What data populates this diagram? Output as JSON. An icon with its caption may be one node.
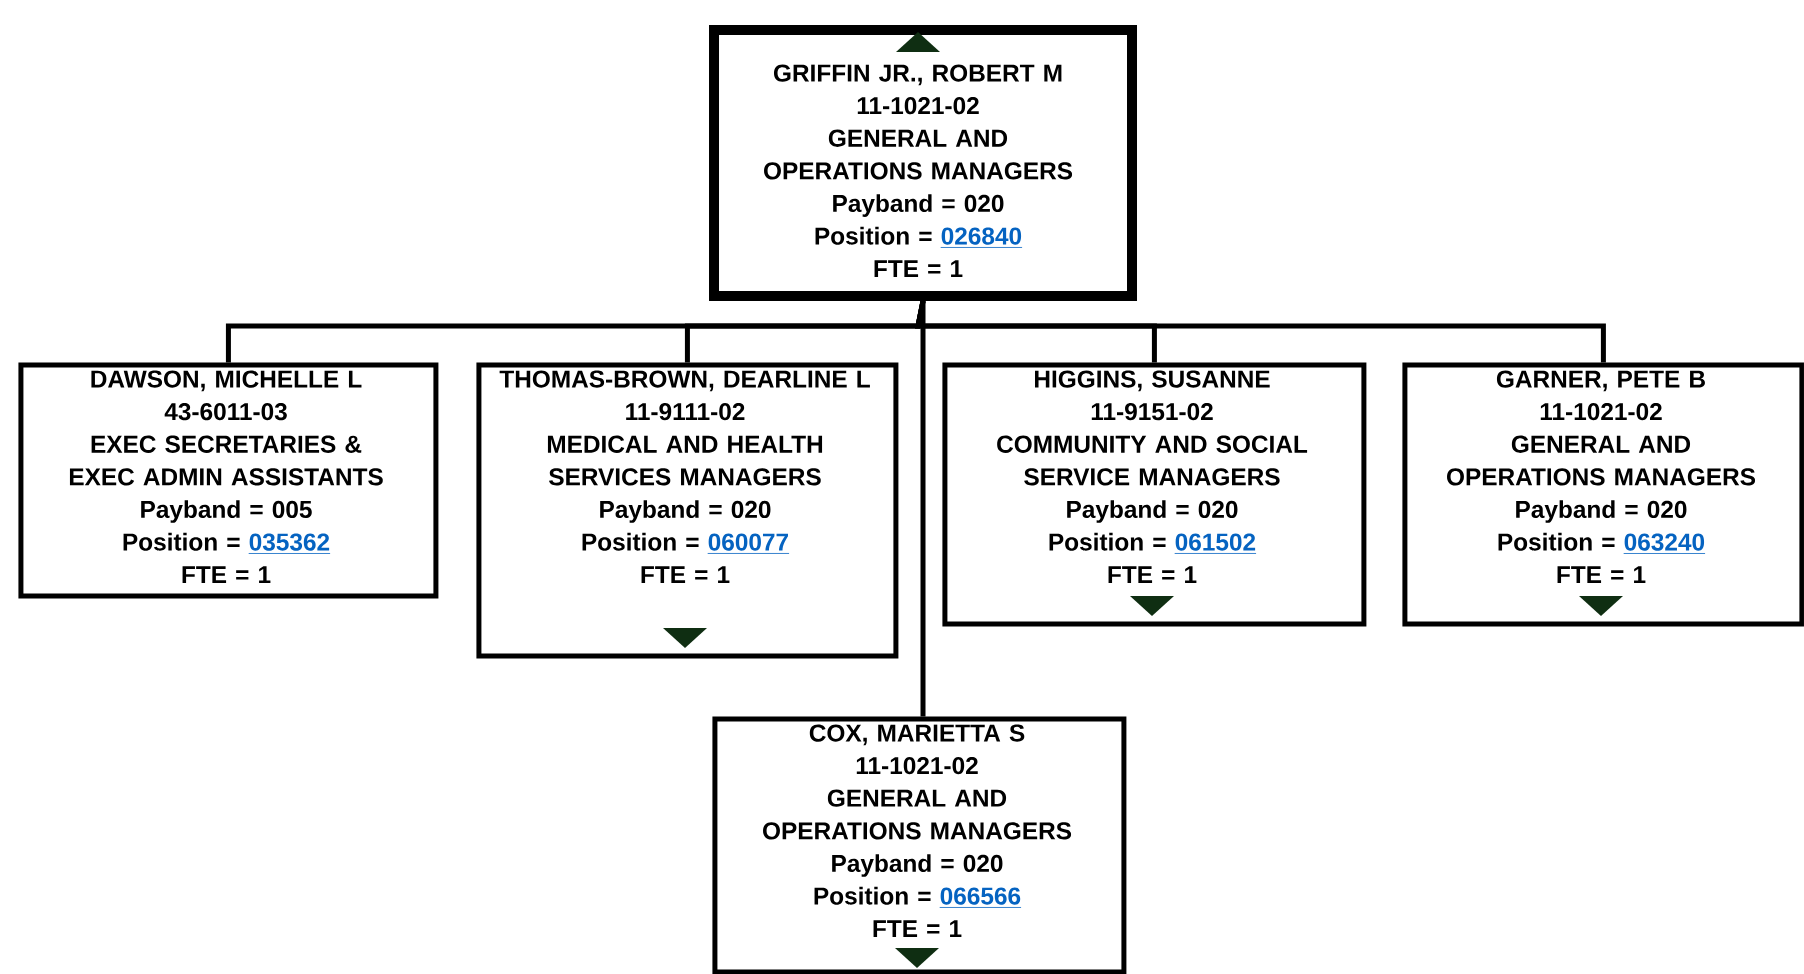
{
  "diagram": {
    "nodes": [
      {
        "text": [
          "GRIFFIN JR., ROBERT M",
          "11-1021-02",
          "GENERAL AND OPERATIONS MANAGERS",
          "Payband = 020",
          "Position =",
          "026840",
          "FTE = 1"
        ]
      },
      {
        "text": [
          "DAWSON, MICHELLE L",
          "43-6011-03",
          "EXEC SECRETARIES & EXEC ADMIN ASSISTANTS",
          "Payband = 005",
          "Position =",
          "035362",
          "FTE = 1"
        ]
      },
      {
        "text": [
          "THOMAS-BROWN, DEARLINE L",
          "11-9111-02",
          "MEDICAL AND HEALTH SERVICES MANAGERS",
          "Payband = 020",
          "Position =",
          "060077",
          "FTE = 1"
        ]
      },
      {
        "text": [
          "HIGGINS, SUSANNE",
          "11-9151-02",
          "COMMUNITY AND SOCIAL SERVICE MANAGERS",
          "Payband = 020",
          "Position =",
          "061502",
          "FTE = 1"
        ]
      },
      {
        "text": [
          "GARNER, PETE B",
          "11-1021-02",
          "GENERAL AND OPERATIONS MANAGERS",
          "Payband = 020",
          "Position =",
          "063240",
          "FTE = 1"
        ]
      },
      {
        "text": [
          "COX, MARIETTA S",
          "11-1021-02",
          "GENERAL AND OPERATIONS MANAGERS",
          "Payband = 020",
          "Position =",
          "066566",
          "FTE = 1"
        ]
      }
    ],
    "edges": [
      {
        "from": 0,
        "to": 1,
        "arrow": "none"
      },
      {
        "from": 0,
        "to": 2,
        "arrow": "none"
      },
      {
        "from": 0,
        "to": 3,
        "arrow": "none"
      },
      {
        "from": 0,
        "to": 4,
        "arrow": "none"
      },
      {
        "from": 0,
        "to": 5,
        "arrow": "none"
      }
    ]
  }
}
